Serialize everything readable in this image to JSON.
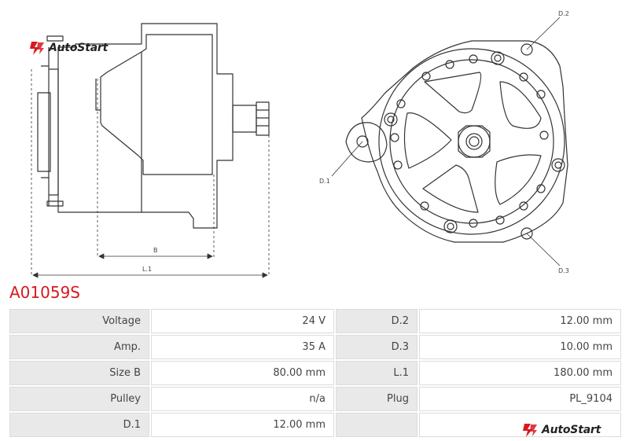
{
  "brand": {
    "name": "AutoStart"
  },
  "part_number": "A01059S",
  "drawing_labels": {
    "b": "B",
    "l1": "L.1",
    "d1": "D.1",
    "d2": "D.2",
    "d3": "D.3"
  },
  "specs": [
    {
      "label": "Voltage",
      "value": "24 V",
      "label2": "D.2",
      "value2": "12.00 mm"
    },
    {
      "label": "Amp.",
      "value": "35 A",
      "label2": "D.3",
      "value2": "10.00 mm"
    },
    {
      "label": "Size B",
      "value": "80.00 mm",
      "label2": "L.1",
      "value2": "180.00 mm"
    },
    {
      "label": "Pulley",
      "value": "n/a",
      "label2": "Plug",
      "value2": "PL_9104"
    },
    {
      "label": "D.1",
      "value": "12.00 mm",
      "label2": "",
      "value2": ""
    }
  ],
  "colors": {
    "accent": "#d7191f",
    "label_bg": "#e9e9e9",
    "line": "#333333"
  },
  "icons": [
    "autostart-logo-icon"
  ]
}
